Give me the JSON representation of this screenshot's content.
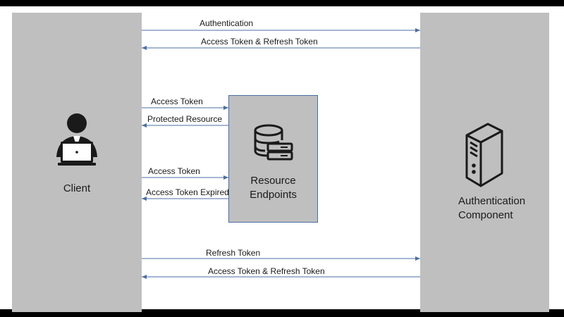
{
  "nodes": {
    "client": "Client",
    "resource": [
      "Resource",
      "Endpoints"
    ],
    "auth": [
      "Authentication",
      "Component"
    ]
  },
  "arrows": [
    {
      "label": "Authentication",
      "from": "client",
      "to": "auth"
    },
    {
      "label": "Access Token & Refresh Token",
      "from": "auth",
      "to": "client"
    },
    {
      "label": "Access Token",
      "from": "client",
      "to": "resource"
    },
    {
      "label": "Protected Resource",
      "from": "resource",
      "to": "client"
    },
    {
      "label": "Access Token",
      "from": "client",
      "to": "resource"
    },
    {
      "label": "Access Token Expired",
      "from": "resource",
      "to": "client"
    },
    {
      "label": "Refresh Token",
      "from": "client",
      "to": "auth"
    },
    {
      "label": "Access Token & Refresh Token",
      "from": "auth",
      "to": "client"
    }
  ],
  "icons": {
    "client": "user-laptop-icon",
    "resource": "database-server-icon",
    "auth": "server-tower-icon"
  },
  "colors": {
    "panel": "#bfbfbf",
    "arrow": "#4a6fa5",
    "icon": "#1a1a1a"
  }
}
